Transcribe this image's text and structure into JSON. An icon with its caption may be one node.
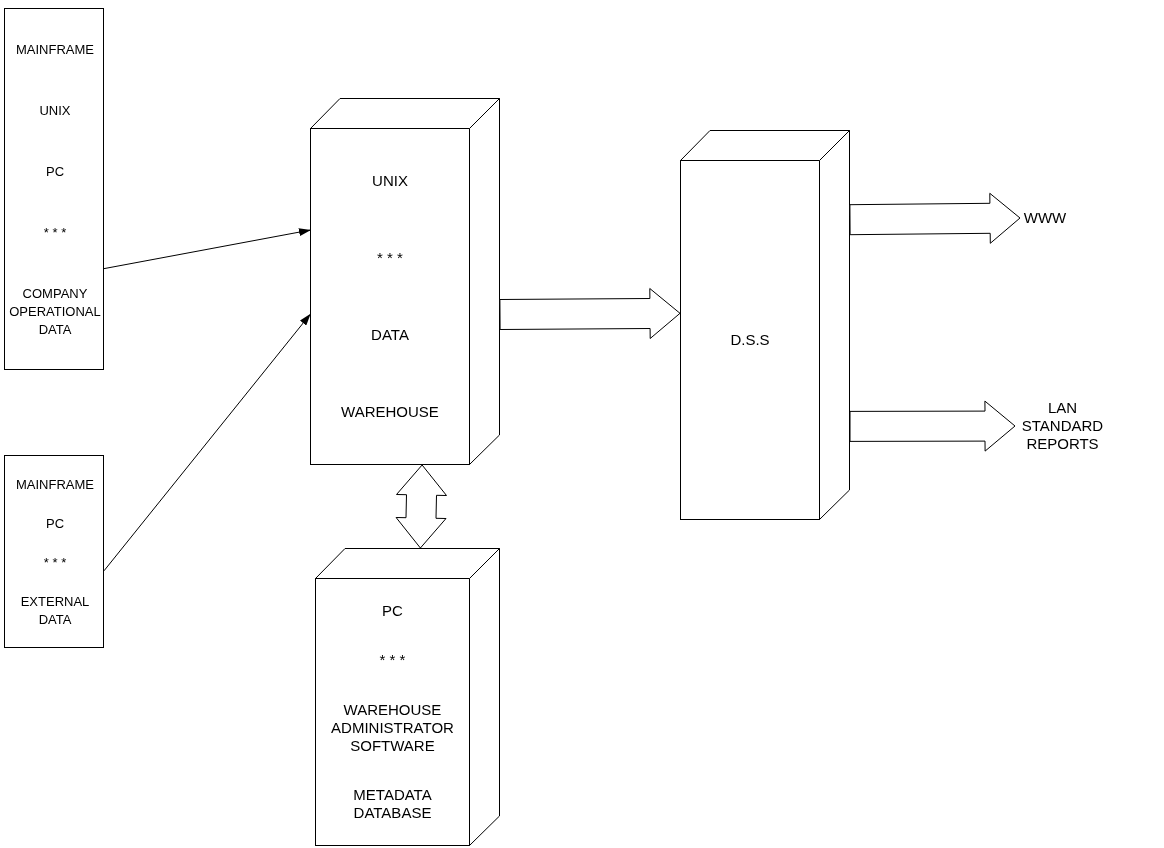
{
  "diagram": {
    "nodes": [
      {
        "text": [
          "MAINFRAME",
          "UNIX",
          "PC",
          "* * *",
          "COMPANY OPERATIONAL DATA"
        ]
      },
      {
        "text": [
          "MAINFRAME",
          "PC",
          "* * *",
          "EXTERNAL DATA"
        ]
      },
      {
        "text": [
          "UNIX",
          "* * *",
          "DATA",
          "WAREHOUSE"
        ]
      },
      {
        "text": [
          "D.S.S"
        ]
      },
      {
        "text": [
          "PC",
          "* * *",
          "WAREHOUSE ADMINISTRATOR SOFTWARE",
          "METADATA DATABASE"
        ]
      },
      {
        "text": [
          "WWW"
        ]
      },
      {
        "text": [
          "LAN STANDARD REPORTS"
        ]
      }
    ],
    "edges": [
      {
        "from": 0,
        "to": 2,
        "arrow": "to"
      },
      {
        "from": 1,
        "to": 2,
        "arrow": "to"
      },
      {
        "from": 2,
        "to": 3,
        "arrow": "to",
        "style": "thick"
      },
      {
        "from": 4,
        "to": 2,
        "arrow": "both",
        "style": "thick"
      },
      {
        "from": 3,
        "to": 5,
        "arrow": "to",
        "style": "thick"
      },
      {
        "from": 3,
        "to": 6,
        "arrow": "to",
        "style": "thick"
      }
    ]
  }
}
